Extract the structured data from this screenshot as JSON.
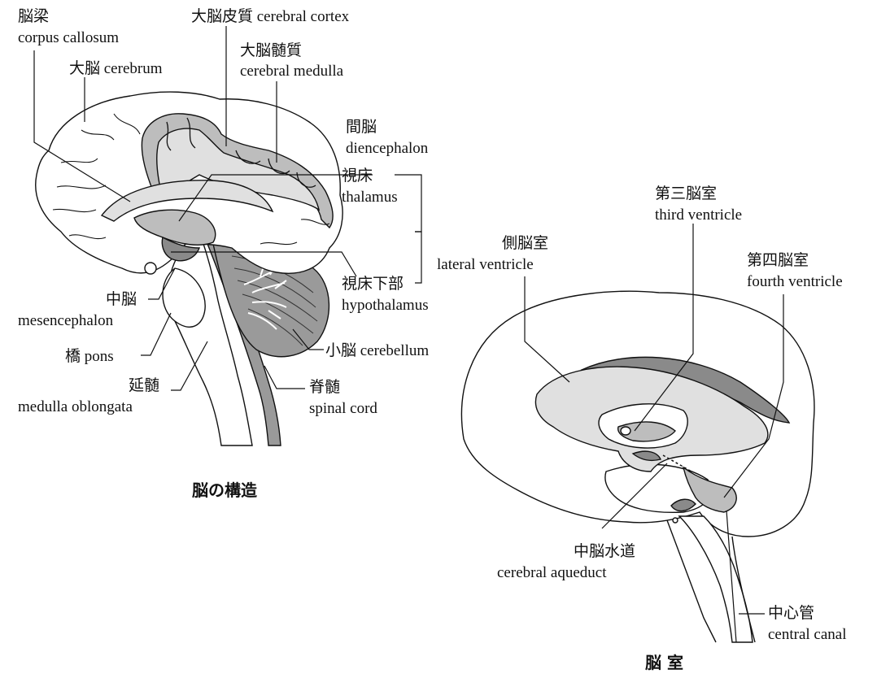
{
  "left_figure": {
    "caption": "脳の構造",
    "labels": {
      "corpus_callosum_jp": "脳梁",
      "corpus_callosum_en": "corpus callosum",
      "cerebrum": "大脳 cerebrum",
      "cerebral_cortex": "大脳皮質 cerebral cortex",
      "cerebral_medulla_jp": "大脳髄質",
      "cerebral_medulla_en": "cerebral medulla",
      "diencephalon_jp": "間脳",
      "diencephalon_en": "diencephalon",
      "thalamus_jp": "視床",
      "thalamus_en": "thalamus",
      "hypothalamus_jp": "視床下部",
      "hypothalamus_en": "hypothalamus",
      "mesencephalon_jp": "中脳",
      "mesencephalon_en": "mesencephalon",
      "pons": "橋 pons",
      "medulla_jp": "延髄",
      "medulla_en": "medulla oblongata",
      "cerebellum": "小脳 cerebellum",
      "spinal_cord_jp": "脊髄",
      "spinal_cord_en": "spinal cord"
    }
  },
  "right_figure": {
    "caption": "脳 室",
    "labels": {
      "third_ventricle_jp": "第三脳室",
      "third_ventricle_en": "third ventricle",
      "lateral_ventricle_jp": "側脳室",
      "lateral_ventricle_en": "lateral ventricle",
      "fourth_ventricle_jp": "第四脳室",
      "fourth_ventricle_en": "fourth ventricle",
      "aqueduct_jp": "中脳水道",
      "aqueduct_en": "cerebral aqueduct",
      "central_canal_jp": "中心管",
      "central_canal_en": "central canal"
    }
  },
  "colors": {
    "light_gray": "#e0e0e0",
    "mid_gray": "#bdbdbd",
    "dark_gray": "#8a8a8a",
    "cerebellum_gray": "#9a9a9a",
    "line": "#111111"
  }
}
